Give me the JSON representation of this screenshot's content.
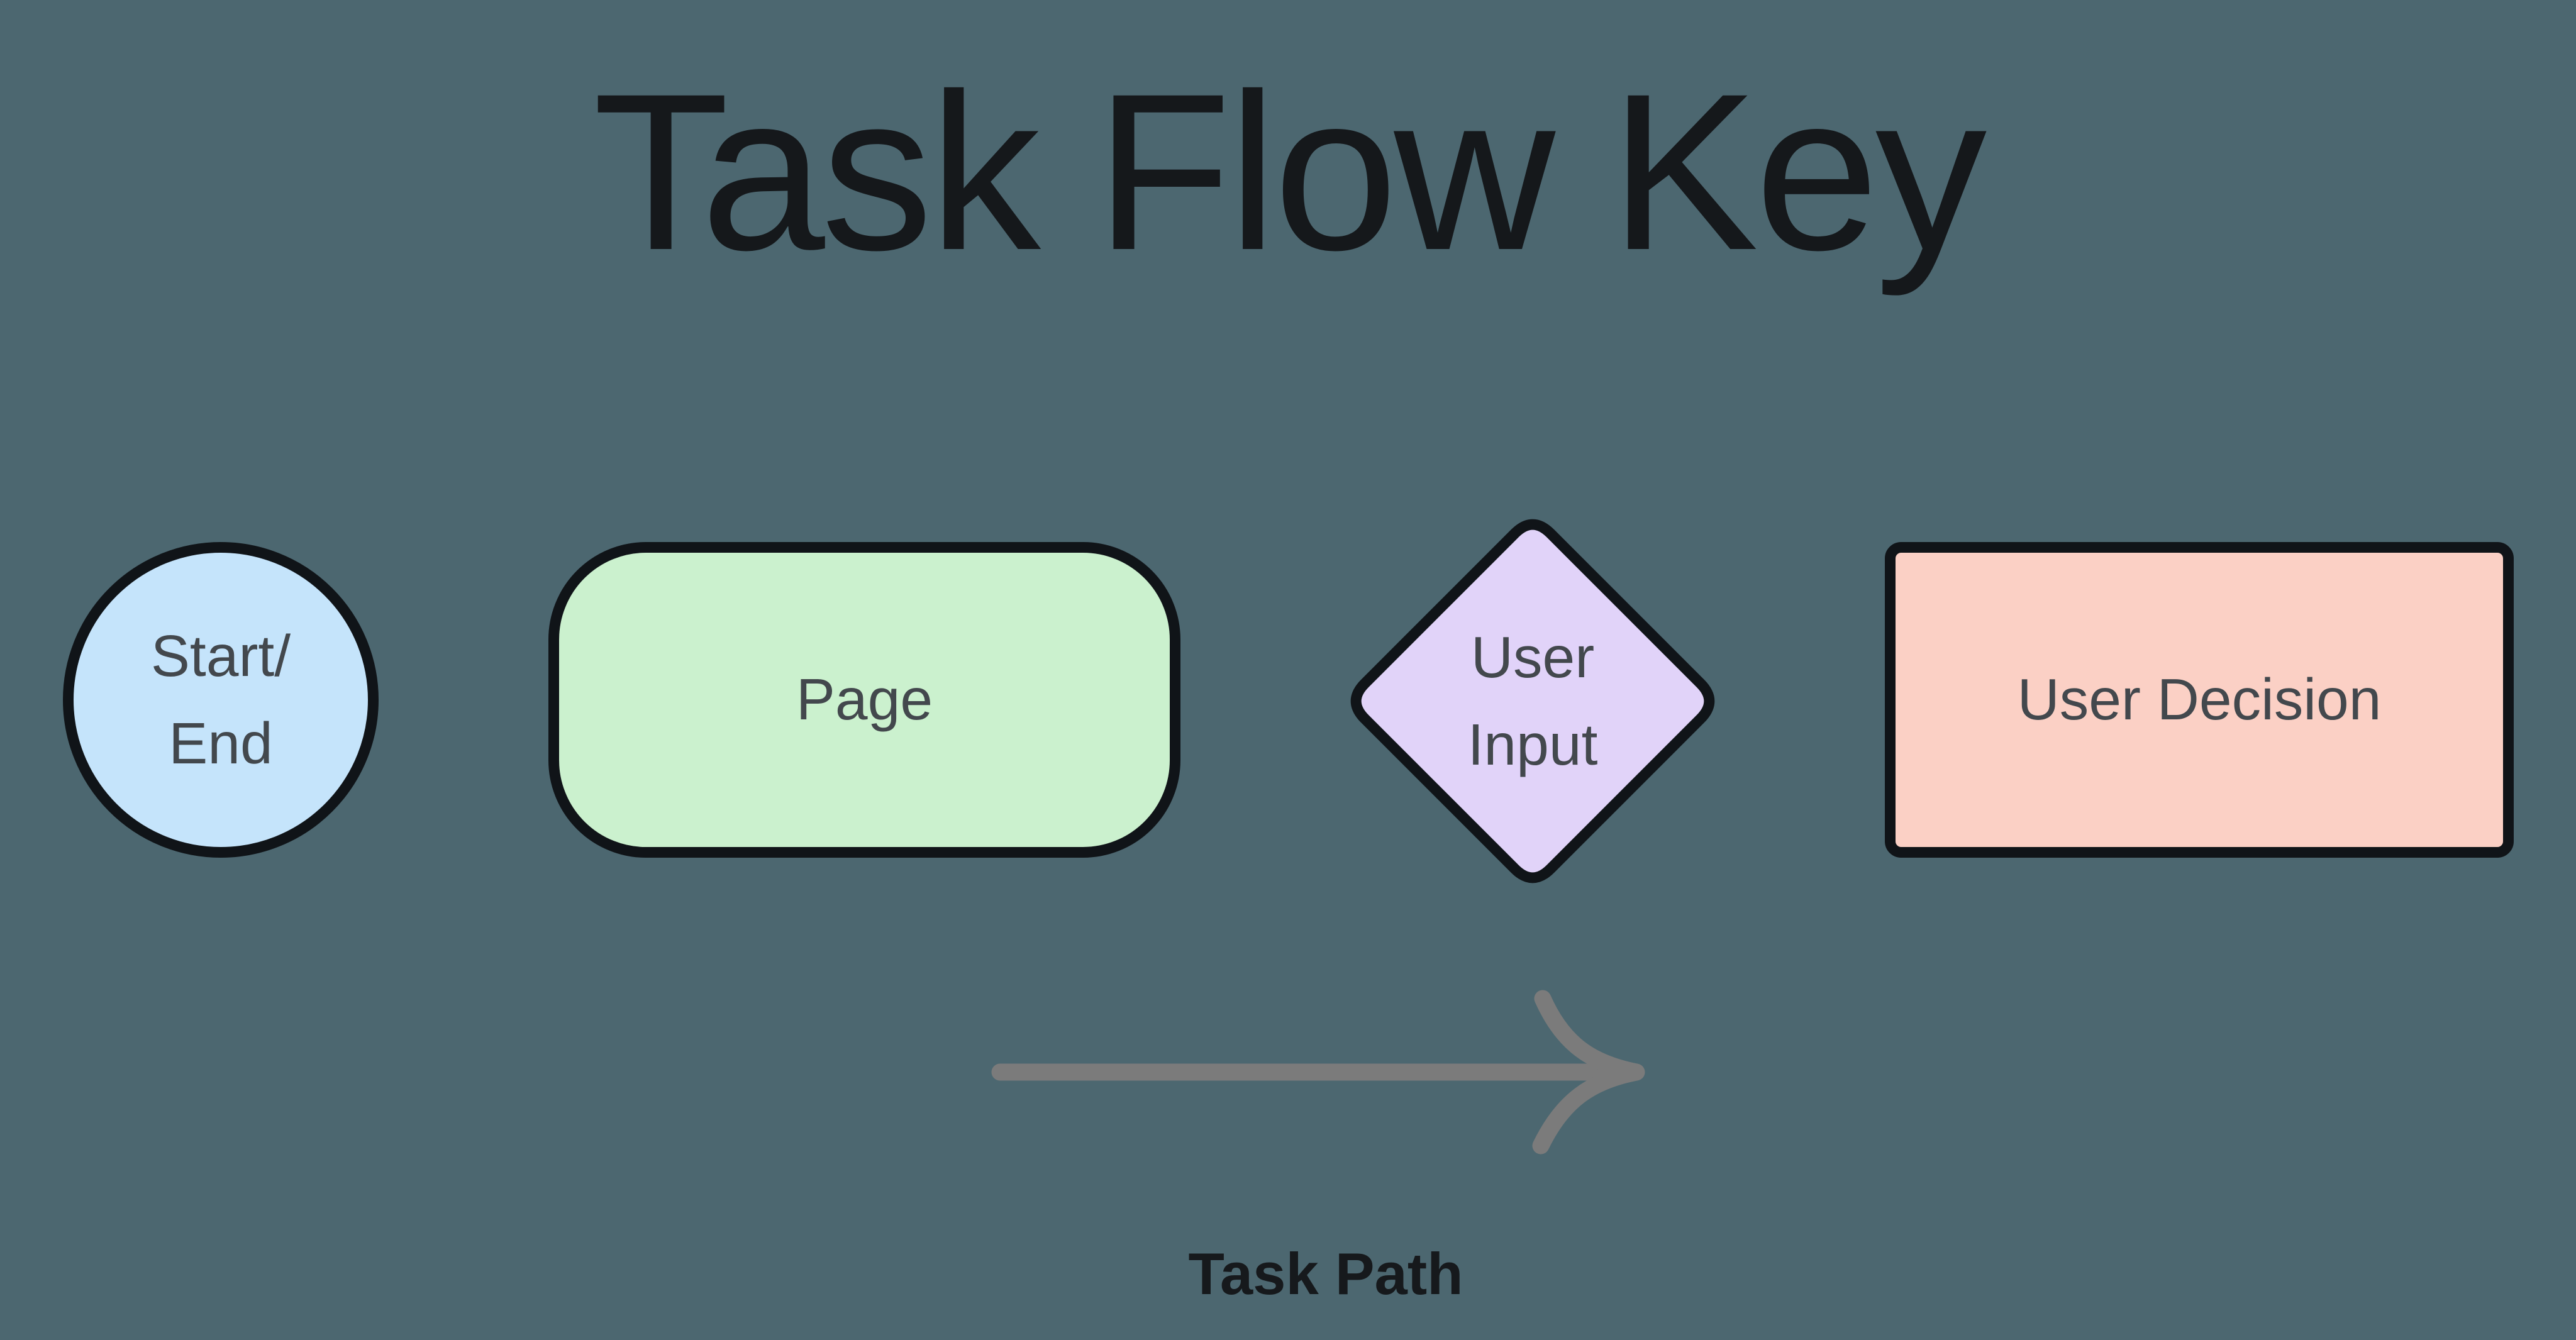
{
  "title": {
    "text": "Task Flow Key"
  },
  "colors": {
    "background": "#4C6770",
    "shape_stroke": "#101418",
    "shape_label": "#43484D",
    "title_text": "#15181B",
    "arrow": "#7B7B7B",
    "arrow_label_text": "#16191C"
  },
  "legend": {
    "shapes": [
      {
        "type": "circle",
        "label": "Start/End",
        "lines": [
          "Start/",
          "End"
        ],
        "fill": "#C5E4FB"
      },
      {
        "type": "rounded-rectangle",
        "label": "Page",
        "lines": [
          "Page"
        ],
        "fill": "#CBF1CE"
      },
      {
        "type": "diamond",
        "label": "User Input",
        "lines": [
          "User",
          "Input"
        ],
        "fill": "#E1D3F9"
      },
      {
        "type": "rectangle",
        "label": "User Decision",
        "lines": [
          "User Decision"
        ],
        "fill": "#FBD0C5"
      }
    ],
    "arrow": {
      "label": "Task Path"
    }
  }
}
